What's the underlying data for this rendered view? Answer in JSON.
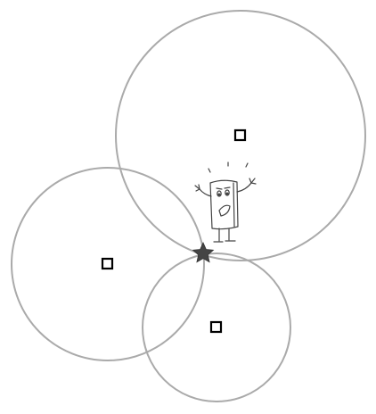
{
  "colors": {
    "background": "#ffffff",
    "circle_stroke": "#aaaaaa",
    "tower_marker_stroke": "#000000",
    "tower_marker_fill": "#ffffff",
    "star_fill": "#444444",
    "figure_stroke": "#444444"
  },
  "icons": {
    "intersection_marker": "star-icon",
    "tower_marker": "square-icon",
    "character": "surprised-phone-character"
  },
  "diagram": {
    "type": "trilateration",
    "circle_count": 3,
    "tower_count": 3,
    "intersection_count": 1
  }
}
